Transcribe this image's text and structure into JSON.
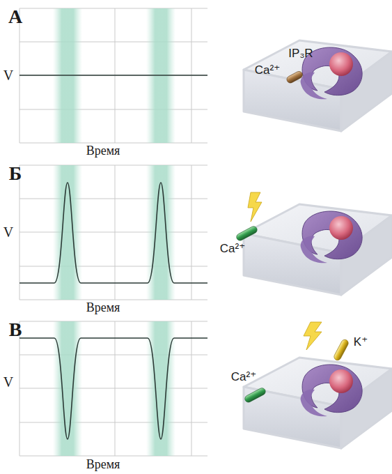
{
  "diagram": {
    "labels": [
      "А",
      "V",
      "Время",
      "IP₃R",
      "Ca²⁺",
      "Б",
      "V",
      "Время",
      "Ca²⁺",
      "В",
      "V",
      "Время",
      "K⁺",
      "Ca²⁺"
    ]
  }
}
